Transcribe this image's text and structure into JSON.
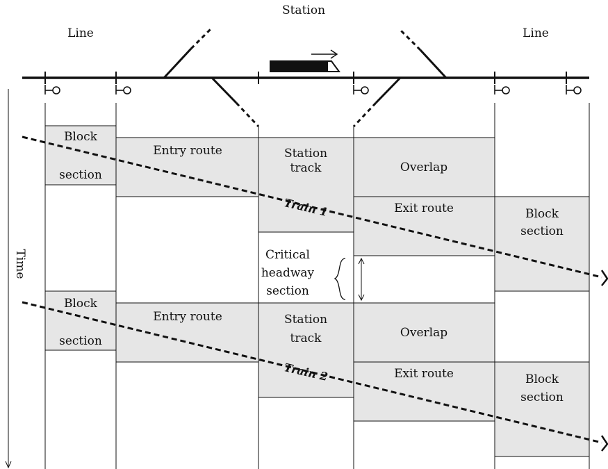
{
  "header": {
    "station": "Station",
    "line_left": "Line",
    "line_right": "Line"
  },
  "axis": {
    "time": "Time"
  },
  "blocks": {
    "t1_block_top": "Block",
    "t1_block_bottom": "section",
    "t1_entry": "Entry route",
    "t1_station_line1": "Station",
    "t1_station_line2": "track",
    "t1_overlap": "Overlap",
    "t1_exit": "Exit route",
    "t1_block2_line1": "Block",
    "t1_block2_line2": "section",
    "t2_block_top": "Block",
    "t2_block_bottom": "section",
    "t2_entry": "Entry route",
    "t2_station_line1": "Station",
    "t2_station_line2": "track",
    "t2_overlap": "Overlap",
    "t2_exit": "Exit route",
    "t2_block2_line1": "Block",
    "t2_block2_line2": "section"
  },
  "trains": {
    "train1": "Train 1",
    "train2": "Train 2"
  },
  "critical": {
    "line1": "Critical",
    "line2": "headway",
    "line3": "section"
  },
  "colors": {
    "block_fill": "#e6e6e6",
    "ink": "#111111"
  }
}
